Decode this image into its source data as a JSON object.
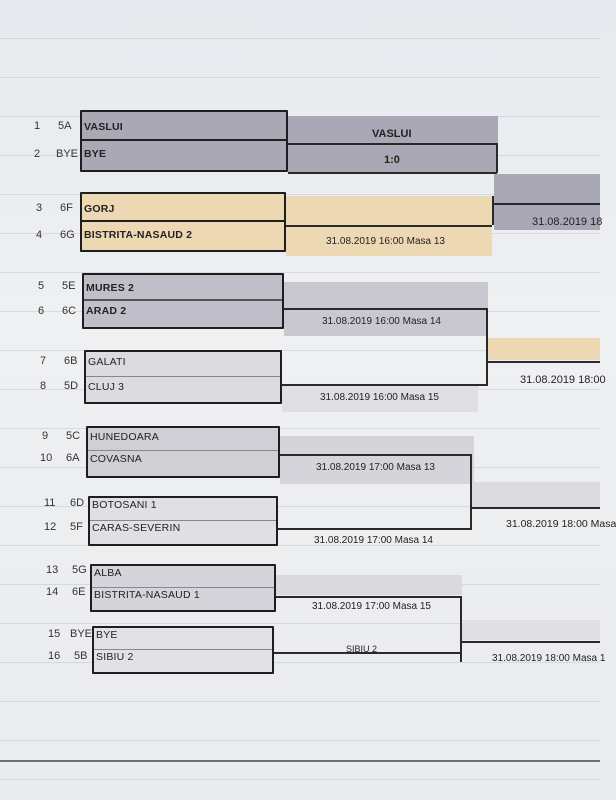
{
  "matches": [
    {
      "top": {
        "seed": "1",
        "group": "5A",
        "team": "VASLUI"
      },
      "bottom": {
        "seed": "2",
        "group": "BYE",
        "team": "BYE"
      },
      "winner": "VASLUI",
      "score": "1:0"
    },
    {
      "top": {
        "seed": "3",
        "group": "6F",
        "team": "GORJ"
      },
      "bottom": {
        "seed": "4",
        "group": "6G",
        "team": "BISTRITA-NASAUD 2"
      },
      "info": "31.08.2019  16:00 Masa 13"
    },
    {
      "top": {
        "seed": "5",
        "group": "5E",
        "team": "MURES 2"
      },
      "bottom": {
        "seed": "6",
        "group": "6C",
        "team": "ARAD 2"
      },
      "info": "31.08.2019  16:00 Masa 14"
    },
    {
      "top": {
        "seed": "7",
        "group": "6B",
        "team": "GALATI"
      },
      "bottom": {
        "seed": "8",
        "group": "5D",
        "team": "CLUJ 3"
      },
      "info": "31.08.2019  16:00 Masa 15"
    },
    {
      "top": {
        "seed": "9",
        "group": "5C",
        "team": "HUNEDOARA"
      },
      "bottom": {
        "seed": "10",
        "group": "6A",
        "team": "COVASNA"
      },
      "info": "31.08.2019  17:00 Masa 13"
    },
    {
      "top": {
        "seed": "11",
        "group": "6D",
        "team": "BOTOSANI 1"
      },
      "bottom": {
        "seed": "12",
        "group": "5F",
        "team": "CARAS-SEVERIN"
      },
      "info": "31.08.2019  17:00 Masa 14"
    },
    {
      "top": {
        "seed": "13",
        "group": "5G",
        "team": "ALBA"
      },
      "bottom": {
        "seed": "14",
        "group": "6E",
        "team": "BISTRITA-NASAUD 1"
      },
      "info": "31.08.2019  17:00 Masa 15"
    },
    {
      "top": {
        "seed": "15",
        "group": "BYE",
        "team": "BYE"
      },
      "bottom": {
        "seed": "16",
        "group": "5B",
        "team": "SIBIU 2"
      },
      "winner": "SIBIU 2"
    }
  ],
  "round2": [
    {
      "info": "31.08.2019  18"
    },
    {
      "info": "31.08.2019  18:00"
    },
    {
      "info": "31.08.2019  18:00 Masa"
    },
    {
      "info": "31.08.2019  18:00 Masa 1"
    }
  ],
  "colors": {
    "dark_fill": "#a9a8b4",
    "gold_fill": "#ecd9b4",
    "grey_fill": "#c9c8d0",
    "light_fill": "#d8d8dd"
  }
}
